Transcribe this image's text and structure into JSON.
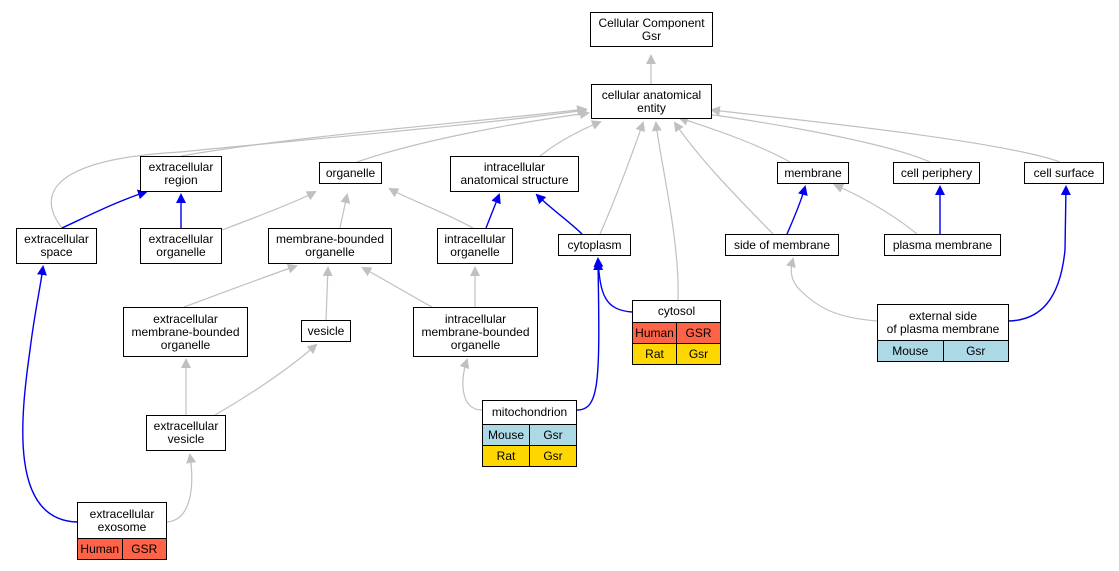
{
  "colors": {
    "gray_edge": "#c0c0c0",
    "blue_edge": "#0000ee",
    "human": "#ff6347",
    "rat": "#ffd700",
    "mouse": "#add8e6"
  },
  "nodes": {
    "cellular_component": {
      "label": "Cellular Component\nGsr",
      "rows": []
    },
    "cellular_anatomical_entity": {
      "label": "cellular anatomical\nentity",
      "rows": []
    },
    "extracellular_region": {
      "label": "extracellular\nregion",
      "rows": []
    },
    "organelle": {
      "label": "organelle",
      "rows": []
    },
    "intracellular_anatomical_structure": {
      "label": "intracellular\nanatomical structure",
      "rows": []
    },
    "membrane": {
      "label": "membrane",
      "rows": []
    },
    "cell_periphery": {
      "label": "cell periphery",
      "rows": []
    },
    "cell_surface": {
      "label": "cell surface",
      "rows": []
    },
    "extracellular_space": {
      "label": "extracellular\nspace",
      "rows": []
    },
    "extracellular_organelle": {
      "label": "extracellular\norganelle",
      "rows": []
    },
    "membrane_bounded_organelle": {
      "label": "membrane-bounded\norganelle",
      "rows": []
    },
    "intracellular_organelle": {
      "label": "intracellular\norganelle",
      "rows": []
    },
    "cytoplasm": {
      "label": "cytoplasm",
      "rows": []
    },
    "side_of_membrane": {
      "label": "side of membrane",
      "rows": []
    },
    "plasma_membrane": {
      "label": "plasma membrane",
      "rows": []
    },
    "cytosol": {
      "label": "cytosol",
      "rows": [
        {
          "species": "Human",
          "gene": "GSR",
          "color": "human"
        },
        {
          "species": "Rat",
          "gene": "Gsr",
          "color": "rat"
        }
      ]
    },
    "external_side_plasma_membrane": {
      "label": "external side\nof plasma membrane",
      "rows": [
        {
          "species": "Mouse",
          "gene": "Gsr",
          "color": "mouse"
        }
      ]
    },
    "extracellular_mb_organelle": {
      "label": "extracellular\nmembrane-bounded\norganelle",
      "rows": []
    },
    "vesicle": {
      "label": "vesicle",
      "rows": []
    },
    "intracellular_mb_organelle": {
      "label": "intracellular\nmembrane-bounded\norganelle",
      "rows": []
    },
    "extracellular_vesicle": {
      "label": "extracellular\nvesicle",
      "rows": []
    },
    "mitochondrion": {
      "label": "mitochondrion",
      "rows": [
        {
          "species": "Mouse",
          "gene": "Gsr",
          "color": "mouse"
        },
        {
          "species": "Rat",
          "gene": "Gsr",
          "color": "rat"
        }
      ]
    },
    "extracellular_exosome": {
      "label": "extracellular\nexosome",
      "rows": [
        {
          "species": "Human",
          "gene": "GSR",
          "color": "human"
        }
      ]
    }
  }
}
